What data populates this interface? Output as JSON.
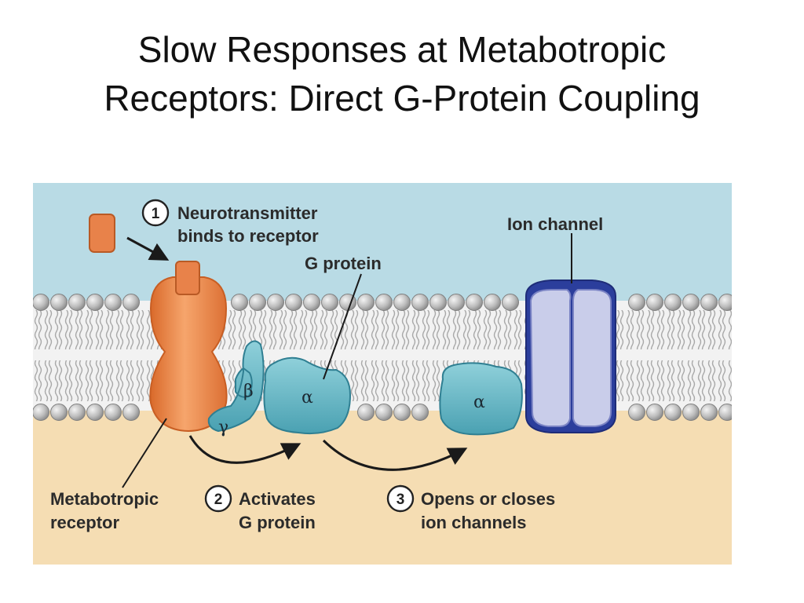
{
  "title": {
    "line1": "Slow Responses at Metabotropic",
    "line2": "Receptors: Direct G-Protein Coupling"
  },
  "colors": {
    "extracellular": "#b9dbe5",
    "intracellular": "#f5ddb3",
    "receptor": "#f08a45",
    "neurotransmitter": "#e8824a",
    "g_protein": "#67b8c6",
    "ion_channel": "#c9cdea",
    "ion_channel_outline": "#2b3e9c",
    "phospholipid_head": "#bdbdbd"
  },
  "diagram": {
    "step1": {
      "number": "1",
      "line1": "Neurotransmitter",
      "line2": "binds to receptor"
    },
    "step2": {
      "number": "2",
      "line1": "Activates",
      "line2": "G protein"
    },
    "step3": {
      "number": "3",
      "line1": "Opens or closes",
      "line2": "ion channels"
    },
    "g_protein_label": "G protein",
    "ion_channel_label": "Ion channel",
    "receptor_label": {
      "line1": "Metabotropic",
      "line2": "receptor"
    },
    "subunits": {
      "alpha": "α",
      "beta": "β",
      "gamma": "γ"
    }
  }
}
